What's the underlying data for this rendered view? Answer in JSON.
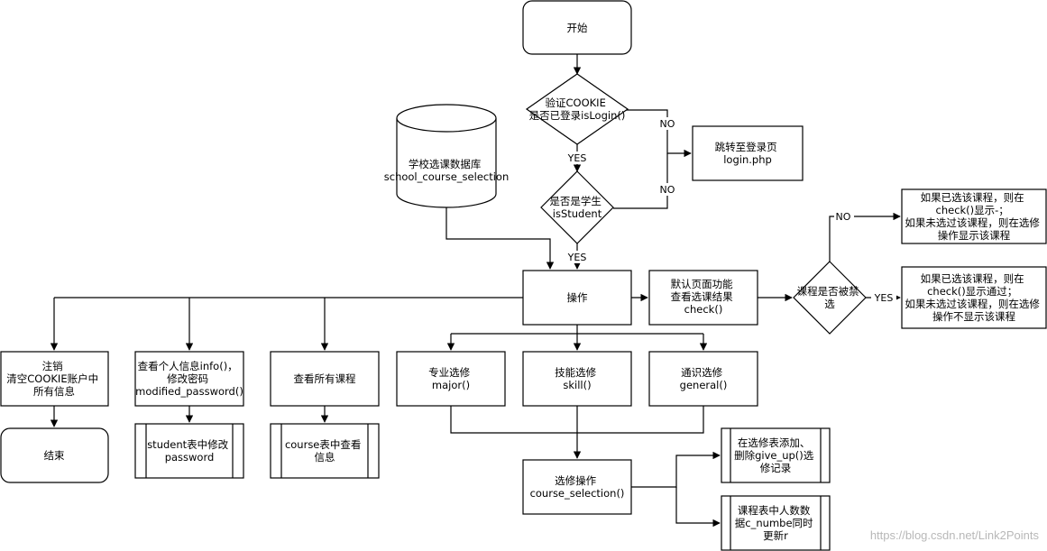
{
  "nodes": {
    "start": [
      "开始"
    ],
    "verify_cookie": [
      "验证COOKIE",
      "是否已登录isLogin()"
    ],
    "redirect_login": [
      "跳转至登录页",
      "login.php"
    ],
    "is_student": [
      "是否是学生",
      "isStudent"
    ],
    "database": [
      "学校选课数据库",
      "school_course_selection"
    ],
    "operate": [
      "操作"
    ],
    "default_page": [
      "默认页面功能",
      "查看选课结果",
      "check()"
    ],
    "is_banned": [
      "课程是否被禁",
      "选"
    ],
    "not_banned_result": [
      "如果已选该课程，则在",
      "check()显示-；",
      "如果未选过该课程，则在选修",
      "操作显示该课程"
    ],
    "banned_result": [
      "如果已选该课程，则在",
      "check()显示通过；",
      "如果未选过该课程，则在选修",
      "操作不显示该课程"
    ],
    "logout": [
      "注销",
      "清空COOKIE账户中",
      "所有信息"
    ],
    "end": [
      "结束"
    ],
    "view_info": [
      "查看个人信息info()，",
      "修改密码",
      "modified_password()"
    ],
    "modify_password": [
      "student表中修改",
      "password"
    ],
    "view_courses": [
      "查看所有课程"
    ],
    "course_table": [
      "course表中查看",
      "信息"
    ],
    "major": [
      "专业选修",
      "major()"
    ],
    "skill": [
      "技能选修",
      "skill()"
    ],
    "general": [
      "通识选修",
      "general()"
    ],
    "course_selection": [
      "选修操作",
      "course_selection()"
    ],
    "add_delete_record": [
      "在选修表添加、",
      "删除give_up()选",
      "修记录"
    ],
    "update_count": [
      "课程表中人数数",
      "据c_numbe同时",
      "更新r"
    ]
  },
  "edge_labels": {
    "no_login": "NO",
    "yes_login": "YES",
    "no_student": "NO",
    "yes_student": "YES",
    "no_banned": "NO",
    "yes_banned": "YES"
  },
  "watermark": "https://blog.csdn.net/Link2Points"
}
